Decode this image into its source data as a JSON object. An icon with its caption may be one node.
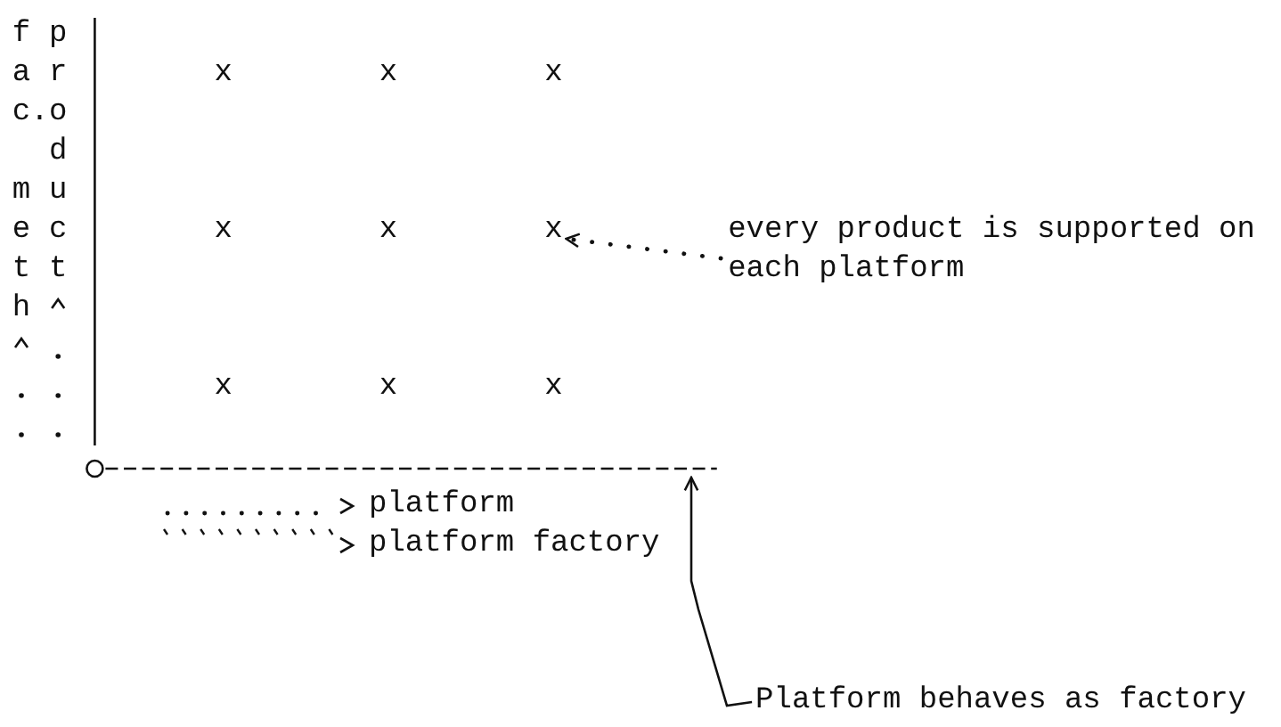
{
  "diagram": {
    "nodes": [
      {
        "text": [
          "x"
        ]
      },
      {
        "text": [
          "x"
        ]
      },
      {
        "text": [
          "x"
        ]
      },
      {
        "text": [
          "x"
        ]
      },
      {
        "text": [
          "x"
        ]
      },
      {
        "text": [
          "x"
        ]
      },
      {
        "text": [
          "x"
        ]
      },
      {
        "text": [
          "x"
        ]
      },
      {
        "text": [
          "x"
        ]
      },
      {
        "text": [
          "every product is supported on each platform"
        ]
      },
      {
        "text": [
          "Platform behaves as factory"
        ]
      }
    ],
    "edges": [
      {
        "from": 9,
        "to": 5,
        "arrow": "to",
        "style": "dashed"
      },
      {
        "from": 10,
        "to": null,
        "arrow": "to"
      }
    ],
    "labels": [
      "fac. meth",
      "product"
    ],
    "legend": [
      {
        "text": "platform"
      },
      {
        "text": "platform factory"
      }
    ]
  }
}
